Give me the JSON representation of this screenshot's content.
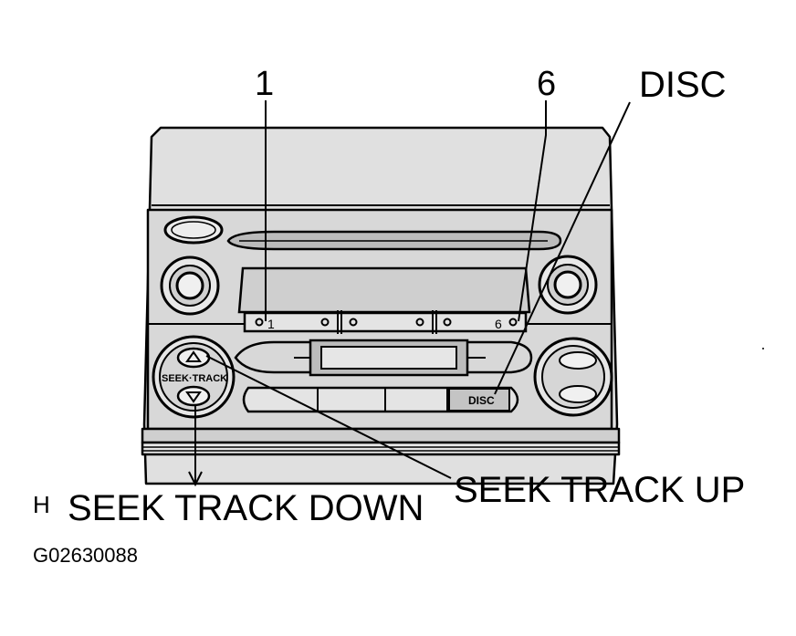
{
  "callouts": {
    "preset_1": "1",
    "preset_6": "6",
    "disc": "DISC",
    "seek_up": "SEEK TRACK UP",
    "seek_down": "SEEK TRACK DOWN",
    "h_marker": "H"
  },
  "figure_id": "G02630088",
  "panel": {
    "seek_track_label": "SEEK·TRACK",
    "disc_button_label": "DISC",
    "preset_left_label": "1",
    "preset_right_label": "6"
  },
  "colors": {
    "ink": "#000000",
    "panel_fill": "#d8d8d8",
    "paper": "#ffffff"
  }
}
